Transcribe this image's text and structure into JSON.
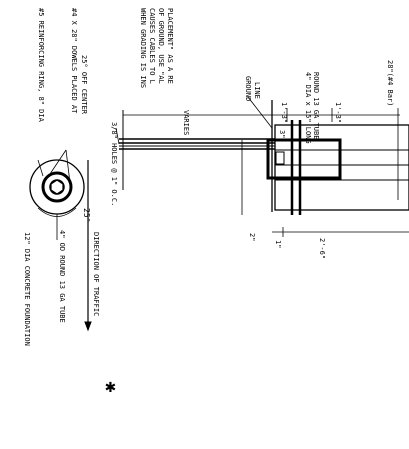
{
  "drawing": {
    "labels": {
      "reinforcing_ring": "#5 REINFORCING RING, 8\" DIA",
      "dowels_line1": "#4 X 28\" DOWELS PLACED AT",
      "dowels_line2": "25° OFF CENTER",
      "holes": "3/8\" HOLES @ 1\" O.C.",
      "grading_note_line1": "WHEN GRADING IS INS",
      "grading_note_line2": "CAUSES CABLES TO L",
      "grading_note_line3": "OF GROUND, USE \"AL",
      "grading_note_line4": "PLACEMENT\" AS A RE",
      "ground_line1": "GROUND",
      "ground_line2": "LINE",
      "tube_note_line1": "4\" DIA x 15\" LONG",
      "tube_note_line2": "ROUND 13 GA TUBE",
      "length_varies": "VARIES",
      "foundation": "12\" DIA CONCRETE FOUNDATION",
      "round_tube": "4\" OD ROUND 13 GA TUBE",
      "direction_traffic": "DIRECTION OF TRAFFIC",
      "angle": "25°",
      "dim_top_left": "1'-3\"",
      "dim_top_right": "1'-3\"",
      "dim_right": "28\"(#4 Bar)",
      "dim_small": "3\"",
      "dim_mid": "2\"",
      "dim_bottom": "2'-6\"",
      "dim_low": "1\"",
      "asterisk": "✱"
    }
  }
}
